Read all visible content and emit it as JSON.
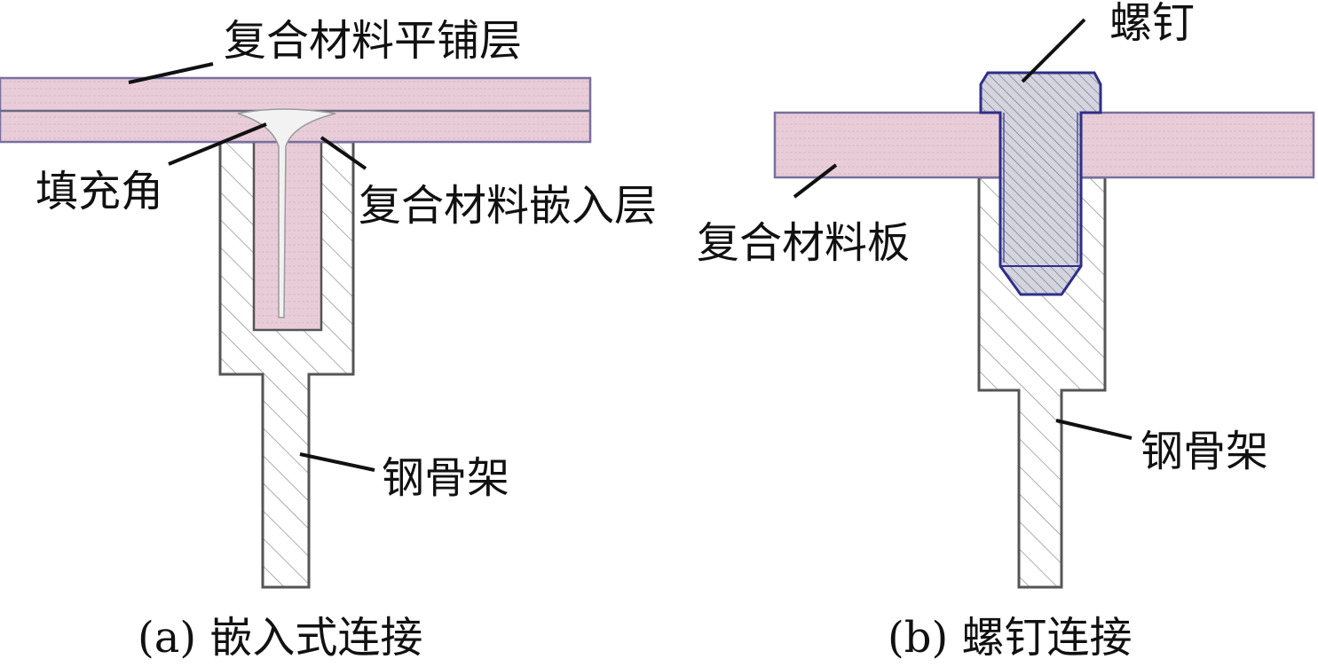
{
  "diagram_a": {
    "labels": {
      "layup_layer": "复合材料平铺层",
      "fillet": "填充角",
      "embedded_layer": "复合材料嵌入层",
      "steel_frame": "钢骨架"
    },
    "caption": "(a) 嵌入式连接"
  },
  "diagram_b": {
    "labels": {
      "bolt": "螺钉",
      "composite_plate": "复合材料板",
      "steel_frame": "钢骨架"
    },
    "caption": "(b) 螺钉连接"
  },
  "colors": {
    "composite_fill": "#e8cdd8",
    "composite_edge": "#7a6fa0",
    "steel_edge": "#444444",
    "bolt_fill": "#c9c9d6",
    "bolt_edge": "#2e2e8a",
    "fillet_fill": "#efefef"
  }
}
